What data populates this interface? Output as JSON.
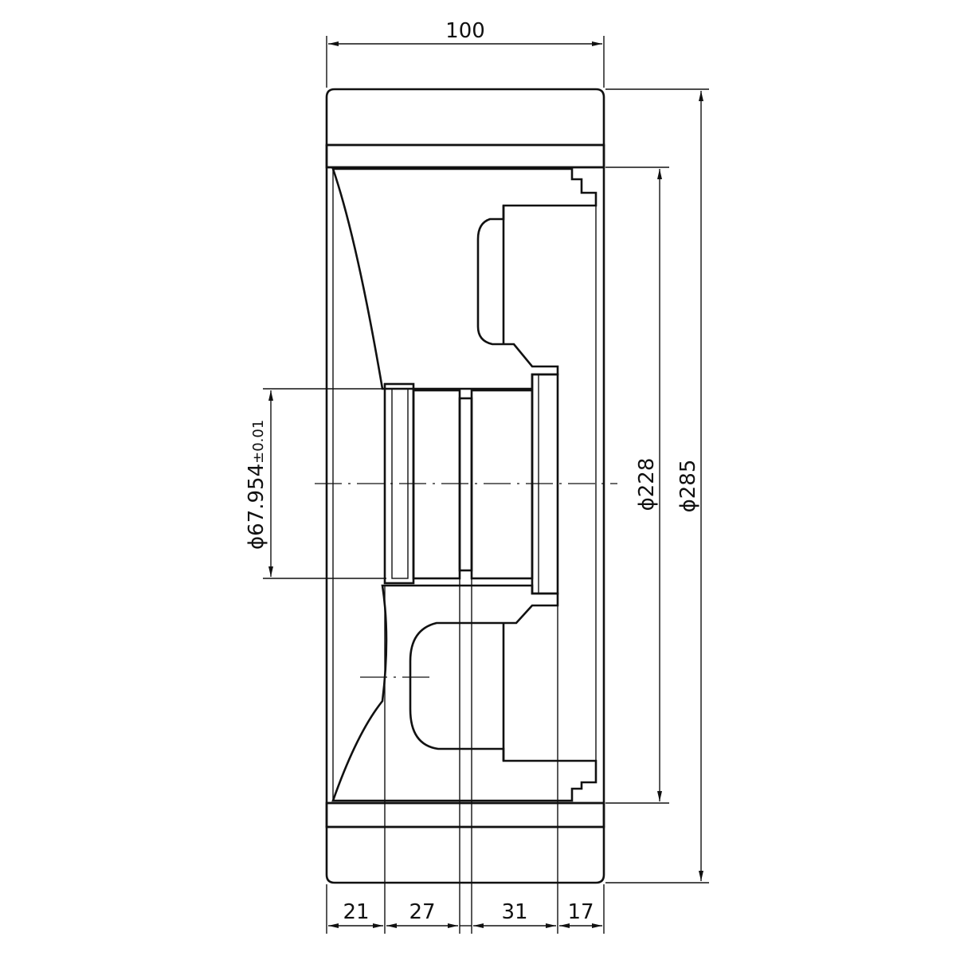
{
  "dimensions": {
    "overall_width": "100",
    "diameter_outer": "ϕ285",
    "diameter_hub": "ϕ228",
    "diameter_bore": "ϕ67.954",
    "bore_tolerance": "±0.01",
    "segment_1": "21",
    "segment_2": "27",
    "segment_3": "31",
    "segment_4": "17"
  }
}
